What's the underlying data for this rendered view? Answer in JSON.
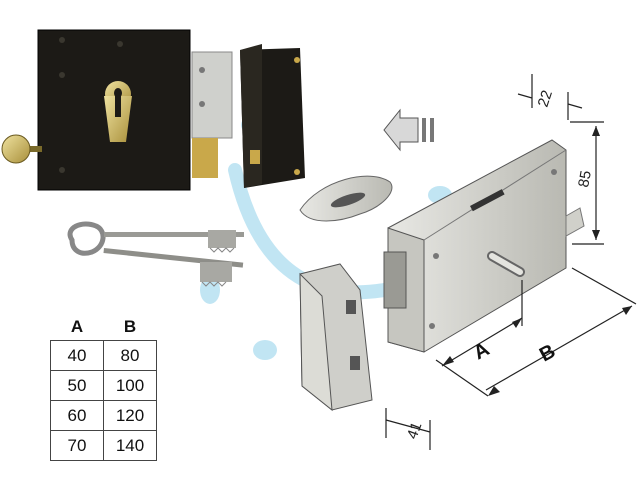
{
  "table": {
    "headers": [
      "A",
      "B"
    ],
    "rows": [
      [
        "40",
        "80"
      ],
      [
        "50",
        "100"
      ],
      [
        "60",
        "120"
      ],
      [
        "70",
        "140"
      ]
    ]
  },
  "dimensions": {
    "width": "22",
    "height": "85",
    "keeper": "41",
    "a": "A",
    "b": "B"
  },
  "colors": {
    "lock_body": "#1c1a16",
    "brass": "#c9b25a",
    "steel": "#d6d6d0",
    "watermark": "#8fd0ea"
  }
}
